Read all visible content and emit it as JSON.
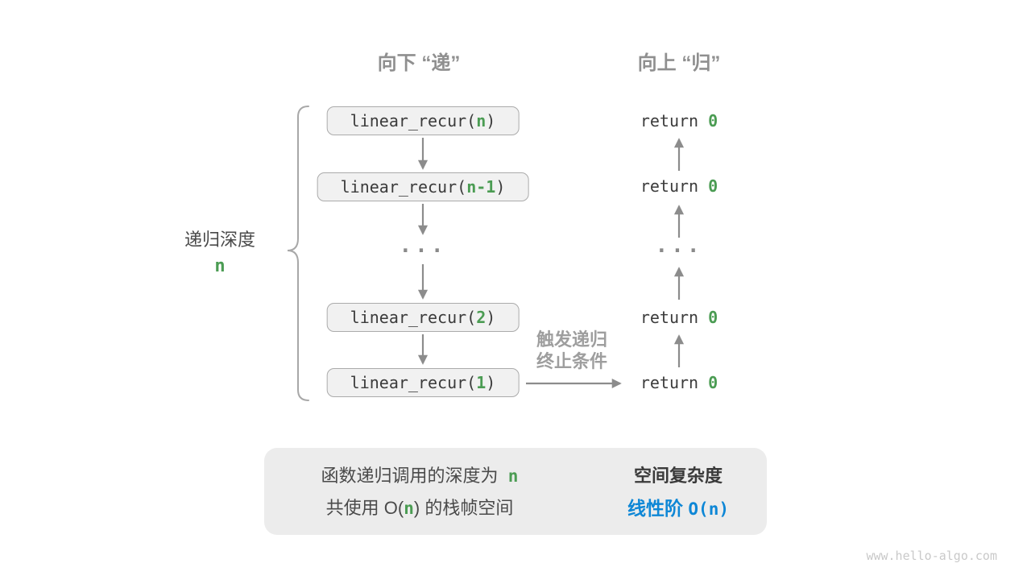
{
  "colors": {
    "green": "#4b9c53",
    "blue": "#0e87d6",
    "arrow_gray": "#8c8c8c",
    "box_bg": "#f1f1f1",
    "box_border": "#ababab",
    "summary_bg": "#ececec"
  },
  "headers": {
    "down": "向下 “递”",
    "up": "向上 “归”"
  },
  "depth": {
    "label": "递归深度",
    "value": "n"
  },
  "call_stack": {
    "boxes": [
      {
        "prefix": "linear_recur(",
        "arg": "n",
        "suffix": ")"
      },
      {
        "prefix": "linear_recur(",
        "arg": "n-1",
        "suffix": ")"
      },
      {
        "prefix": "linear_recur(",
        "arg": "2",
        "suffix": ")"
      },
      {
        "prefix": "linear_recur(",
        "arg": "1",
        "suffix": ")"
      }
    ],
    "ellipsis": "..."
  },
  "returns": {
    "items": [
      {
        "keyword": "return",
        "value": "0"
      },
      {
        "keyword": "return",
        "value": "0"
      },
      {
        "keyword": "return",
        "value": "0"
      },
      {
        "keyword": "return",
        "value": "0"
      }
    ],
    "ellipsis": "..."
  },
  "base_case": {
    "line1": "触发递归",
    "line2": "终止条件"
  },
  "summary": {
    "line1_text": "函数递归调用的深度为",
    "line1_value": "n",
    "line2_pre": "共使用 O(",
    "line2_value": "n",
    "line2_post": ") 的栈帧空间",
    "result_title": "空间复杂度",
    "result_name": "线性阶",
    "result_notation": "O(n)"
  },
  "watermark": "www.hello-algo.com"
}
